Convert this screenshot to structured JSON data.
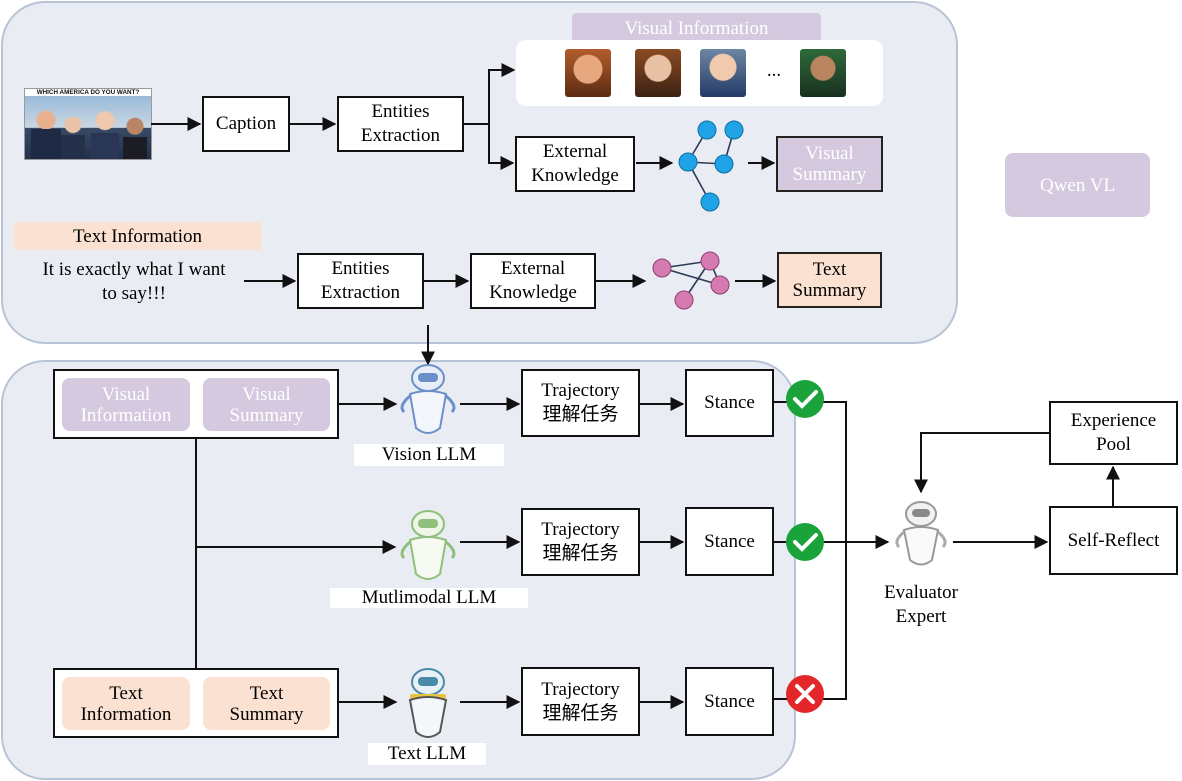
{
  "poster": {
    "headline": "WHICH AMERICA DO YOU WANT?"
  },
  "top": {
    "caption": "Caption",
    "entities_extraction": "Entities\nExtraction",
    "visual_information_title": "Visual Information",
    "ellipsis": "...",
    "external_knowledge": "External\nKnowledge",
    "visual_summary": "Visual\nSummary",
    "text_information_title": "Text Information",
    "text_quote": "It is exactly what I want\nto say!!!",
    "text_entities_extraction": "Entities\nExtraction",
    "text_external_knowledge": "External\nKnowledge",
    "text_summary": "Text\nSummary"
  },
  "qwen": {
    "label": "Qwen VL"
  },
  "bottom": {
    "visual_information": "Visual\nInformation",
    "visual_summary": "Visual\nSummary",
    "text_information": "Text\nInformation",
    "text_summary": "Text\nSummary",
    "rows": [
      {
        "model": "Vision LLM",
        "trajectory": "Trajectory\n理解任务",
        "stance": "Stance",
        "result": "check"
      },
      {
        "model": "Mutlimodal LLM",
        "trajectory": "Trajectory\n理解任务",
        "stance": "Stance",
        "result": "check"
      },
      {
        "model": "Text LLM",
        "trajectory": "Trajectory\n理解任务",
        "stance": "Stance",
        "result": "cross"
      }
    ]
  },
  "evaluator": {
    "label": "Evaluator\nExpert"
  },
  "self_reflect": "Self-Reflect",
  "experience_pool": "Experience\nPool",
  "colors": {
    "panel_bg": "#e9edf3",
    "panel_border": "#b8c3d6",
    "purple": "#d4c9df",
    "peach": "#fbe1d1",
    "graph_blue": "#1fa3e6",
    "graph_pink": "#d57bb2",
    "check_green": "#1aa33a",
    "cross_red": "#e3262a",
    "robot_blue": "#6a8fc9",
    "robot_green": "#8fbf7a",
    "robot_teal": "#4a8aa8"
  }
}
